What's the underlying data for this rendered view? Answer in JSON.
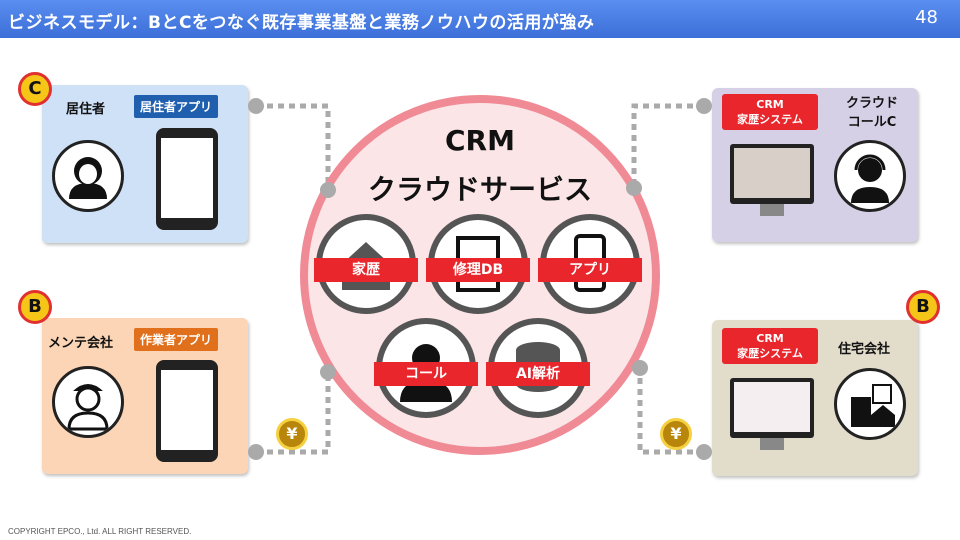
{
  "header": {
    "title": "ビジネスモデル：BとCをつなぐ既存事業基盤と業務ノウハウの活用が強み",
    "page": "48"
  },
  "footer": "COPYRIGHT EPCO., Ltd. ALL RIGHT RESERVED.",
  "resident": {
    "badge": "C",
    "label": "居住者",
    "app": "居住者アプリ"
  },
  "maint": {
    "badge": "B",
    "label": "メンテ会社",
    "app": "作業者アプリ"
  },
  "callc": {
    "system": "CRM\n家歴システム",
    "label": "クラウド\nコールC"
  },
  "house": {
    "badge": "B",
    "system": "CRM\n家歴システム",
    "label": "住宅会社"
  },
  "center": {
    "title1": "CRM",
    "title2": "クラウドサービス",
    "nodes": [
      "家歴",
      "修理DB",
      "アプリ",
      "コール",
      "AI解析"
    ]
  },
  "yen": "¥",
  "colors": {
    "blue_panel": "#cfe1f7",
    "orange_panel": "#fbd5b5",
    "purple_panel": "#d6d0e6",
    "beige_panel": "#e2dccb"
  }
}
